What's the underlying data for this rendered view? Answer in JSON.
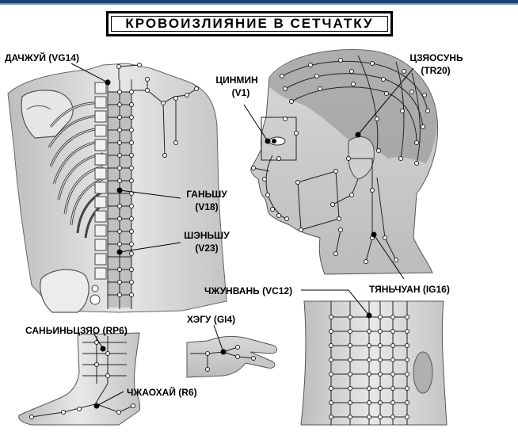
{
  "title": "КРОВОИЗЛИЯНИЕ В СЕТЧАТКУ",
  "points": {
    "vg14": "ДАЧЖУЙ (VG14)",
    "v1_name": "ЦИНМИН",
    "v1_code": "(V1)",
    "tr20_name": "ЦЗЯОСУНЬ",
    "tr20_code": "(TR20)",
    "v18_name": "ГАНЬШУ",
    "v18_code": "(V18)",
    "v23_name": "ШЭНЬШУ",
    "v23_code": "(V23)",
    "vc12": "ЧЖУНВАНЬ (VC12)",
    "ig16": "ТЯНЬЧУАН (IG16)",
    "rp6": "САНЬИНЬЦЗЯО (RP6)",
    "gi4": "ХЭГУ (GI4)",
    "r6": "ЧЖАОХАЙ (R6)"
  }
}
